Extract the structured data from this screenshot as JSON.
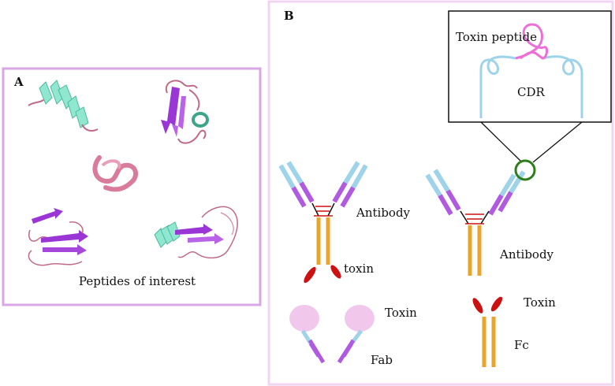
{
  "panel_a": {
    "letter": "A",
    "caption": "Peptides of interest"
  },
  "panel_b": {
    "letter": "B",
    "inset": {
      "toxin_label": "Toxin peptide",
      "cdr_label": "CDR"
    },
    "left_conjugate": {
      "antibody_label": "Antibody",
      "toxin_label": "toxin"
    },
    "right_conjugate": {
      "antibody_label": "Antibody"
    },
    "fab_fusion": {
      "toxin_label": "Toxin",
      "fab_label": "Fab"
    },
    "fc_fusion": {
      "toxin_label": "Toxin",
      "fc_label": "Fc"
    }
  },
  "colors": {
    "panel_border": "#d9a6e6",
    "heavy_chain": "#e8a52b",
    "light_chain": "#9ed3ea",
    "constant_domain": "#b05ae0",
    "disulfide": "#cc1111",
    "toxin": "#cc1111",
    "helix": "#8fe7cf",
    "sheet": "#9a35d6",
    "loop": "#c06a8a",
    "cdr_loop": "#9ed3ea",
    "toxin_peptide": "#ec6fd8",
    "cdr_marker": "#2e7d1b",
    "fab_toxin": "#f1c8ec"
  }
}
